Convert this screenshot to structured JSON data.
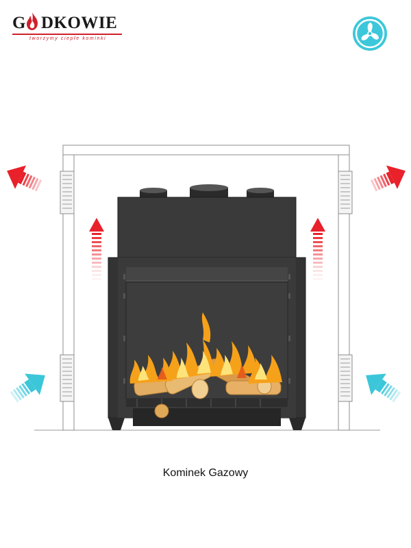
{
  "brand": {
    "name": "GODKOWIE",
    "name_left": "G",
    "name_right": "DKOWIE",
    "tagline": "tworzymy ciepłe kominki",
    "accent_color": "#d0202a"
  },
  "fan_badge": {
    "icon": "fan-icon",
    "color": "#3cc7da"
  },
  "diagram": {
    "subject": "fireplace-insert-airflow",
    "hot_air_color": "#e8212b",
    "cool_air_color": "#3cc6d9",
    "insert_color": "#3a3a3a",
    "flame_color": "#f6a11a",
    "wood_color": "#e9ba72"
  },
  "caption": "Kominek Gazowy"
}
